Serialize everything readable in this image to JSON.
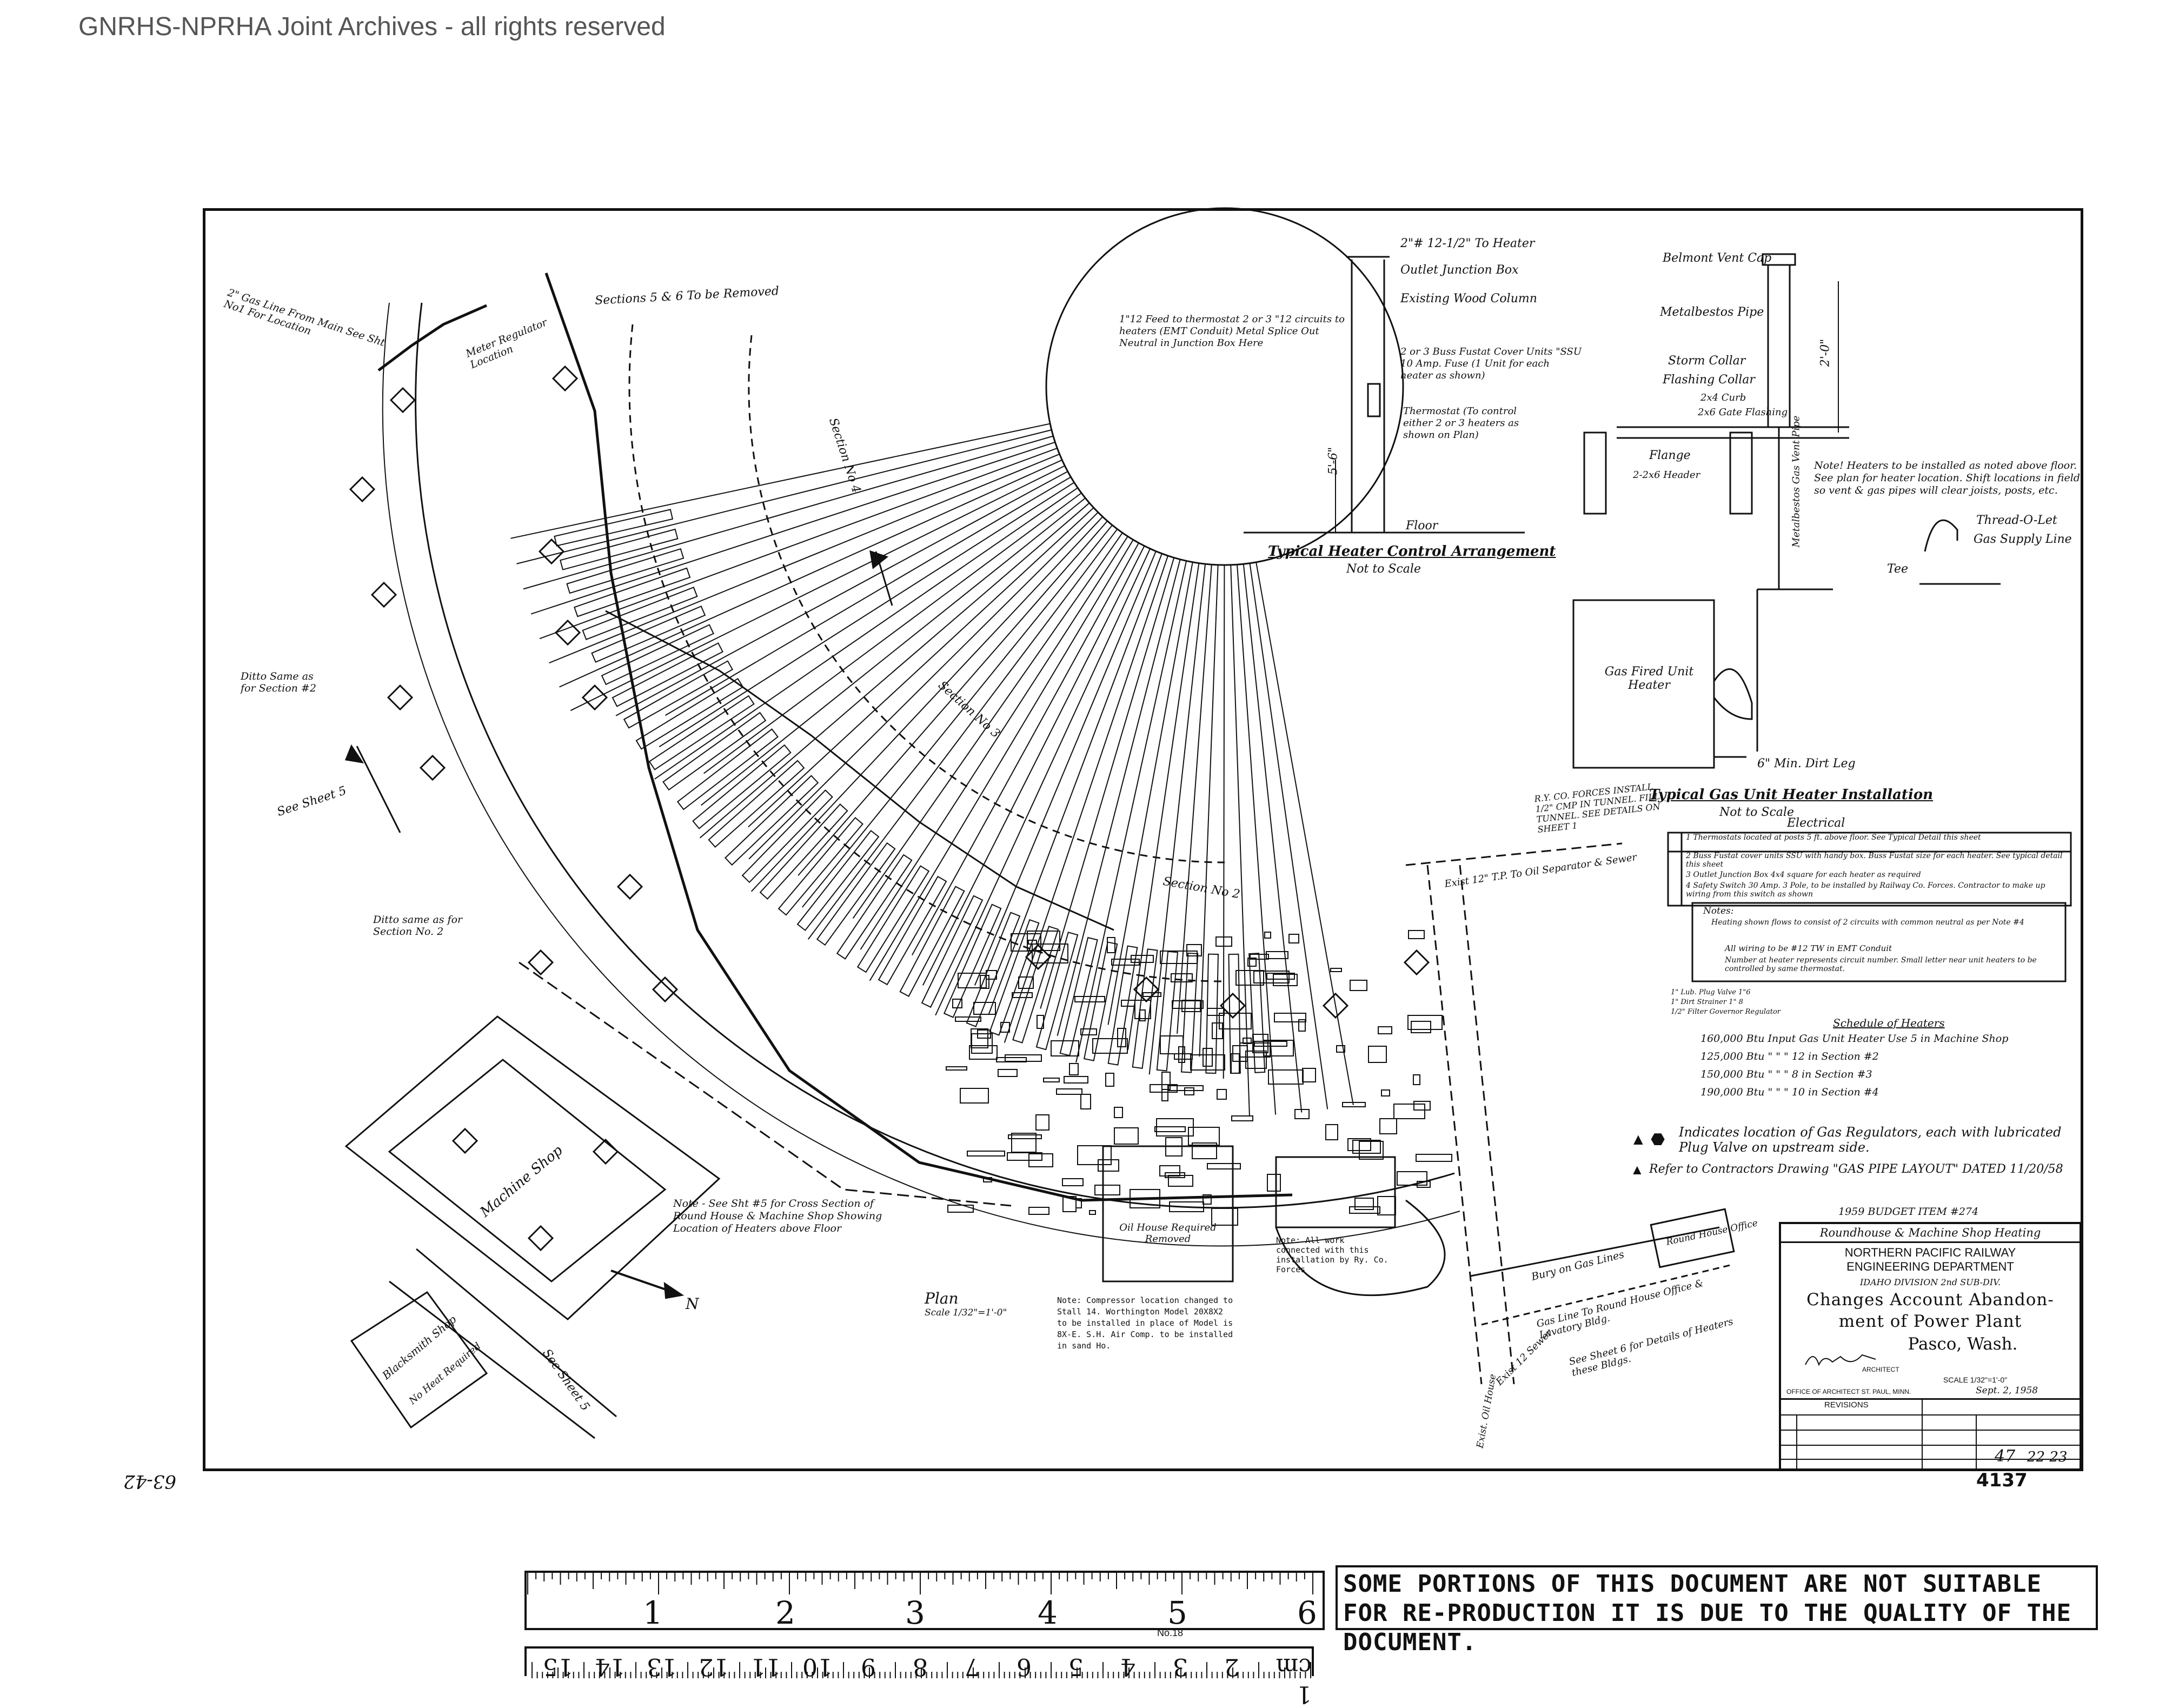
{
  "archive": {
    "credit": "GNRHS-NPRHA Joint Archives - all rights reserved"
  },
  "drawing": {
    "typical_heater_control": {
      "title": "Typical Heater Control Arrangement",
      "scale": "Not to Scale",
      "notes": [
        "2\"# 12-1/2\" To Heater",
        "Outlet Junction Box",
        "Existing Wood Column",
        "1\"12 Feed to thermostat 2 or 3 \"12 circuits to heaters (EMT Conduit) Metal Splice Out Neutral in Junction Box Here",
        "2 or 3 Buss Fustat Cover Units \"SSU 10 Amp. Fuse (1 Unit for each heater as shown)",
        "Thermostat (To control either 2 or 3 heaters as shown on Plan)",
        "5'-6\"",
        "Floor"
      ]
    },
    "typical_gas_unit_heater": {
      "title": "Typical Gas Unit Heater Installation",
      "scale": "Not to Scale",
      "notes": [
        "Belmont Vent Cap",
        "Metalbestos Pipe",
        "Storm Collar",
        "Flashing Collar",
        "2x4 Curb",
        "2x6 Gate Flashing",
        "Flange",
        "2-2x6 Header",
        "Gas Fired Unit Heater",
        "Metalbestos Gas Vent Pipe",
        "6\" Min. Dirt Leg",
        "Thread-O-Let",
        "Gas Supply Line",
        "Tee",
        "2'-0\"",
        "Note! Heaters to be installed as noted above floor. See plan for heater location. Shift locations in field so vent & gas pipes will clear joists, posts, etc."
      ]
    },
    "plan_labels": [
      "Sections 5 & 6 To be Removed",
      "Meter Regulator Location",
      "2\" Gas Line From Main See Sht No1 For Location",
      "Section No 4",
      "Section No 3",
      "Section No 2",
      "Ditto Same as for Section #2",
      "Ditto same as for Section No. 2",
      "See Sheet 5",
      "Machine Shop",
      "Blacksmith Shop",
      "No Heat Required",
      "Note - See Sht #5 for Cross Section of Round House & Machine Shop Showing Location of Heaters above Floor",
      "Plan",
      "Scale 1/32\"=1'-0\"",
      "N",
      "See Sheet 5",
      "R.Y. CO. FORCES INSTALL 1/2\" CMP IN TUNNEL. FILL TUNNEL. SEE DETAILS ON SHEET 1",
      "Exist 12\" T.P. To Oil Separator & Sewer",
      "Exist 12 Sewer",
      "Bury on Gas Lines",
      "Round House Office",
      "Gas Line To Round House Office & Lavatory Bldg.",
      "See Sheet 6 for Details of Heaters these Bldgs.",
      "Exist. Oil House",
      "Oil House Required Removed",
      "Note: All work connected with this installation by Ry. Co. Forces",
      "Note: Compressor location changed to Stall 14. Worthington Model 20X8X2 to be installed in place of Model is 8X-E. S.H. Air Comp. to be installed in sand Ho."
    ],
    "electrical_legend": {
      "title": "Electrical",
      "items": [
        "1 Thermostats located at posts 5 ft. above floor. See Typical Detail this sheet",
        "2 Buss Fustat cover units SSU with handy box. Buss Fustat size for each heater. See typical detail this sheet",
        "3 Outlet Junction Box 4x4 square for each heater as required",
        "4 Safety Switch 30 Amp. 3 Pole, to be installed by Railway Co. Forces. Contractor to make up wiring from this switch as shown"
      ],
      "notes_heading": "Notes:",
      "notes": [
        "Heating shown flows to consist of 2 circuits with common neutral as per Note #4",
        "All wiring to be #12 TW in EMT Conduit",
        "Number at heater represents circuit number. Small letter near unit heaters to be controlled by same thermostat."
      ],
      "valves": [
        "1\" Lub. Plug Valve 1\"6",
        "1\" Dirt Strainer 1\" 8",
        "1/2\" Filter Governor Regulator"
      ]
    },
    "schedule_of_heaters": {
      "title": "Schedule of Heaters",
      "rows": [
        "160,000 Btu Input Gas Unit Heater Use 5 in Machine Shop",
        "125,000 Btu \" \" \" 12 in Section #2",
        "150,000 Btu \" \" \" 8 in Section #3",
        "190,000 Btu \" \" \" 10 in Section #4"
      ]
    },
    "regulator_note": "Indicates location of Gas Regulators, each with lubricated Plug Valve on upstream side.",
    "contractor_note": "Refer to Contractors Drawing \"GAS PIPE LAYOUT\" DATED 11/20/58",
    "budget": "1959 BUDGET ITEM #274",
    "title_block": {
      "subject": "Roundhouse & Machine Shop Heating",
      "railway": "NORTHERN PACIFIC RAILWAY",
      "department": "ENGINEERING DEPARTMENT",
      "division": "IDAHO DIVISION 2nd SUB-DIV.",
      "title_line1": "Changes Account Abandon-",
      "title_line2": "ment of Power Plant",
      "location": "Pasco, Wash.",
      "architect_label": "ARCHITECT",
      "scale": "SCALE 1/32\"=1'-0\"",
      "office": "OFFICE OF ARCHITECT ST. PAUL, MINN.",
      "date": "Sept. 2, 1958",
      "revisions_label": "REVISIONS",
      "sheet": "47",
      "drawing_no": "22 23"
    },
    "stamp": "4137",
    "margin_mark": "63-42"
  },
  "ruler": {
    "inches": [
      "1",
      "2",
      "3",
      "4",
      "5",
      "6"
    ],
    "cm": [
      "1 cm",
      "2",
      "3",
      "4",
      "5",
      "6",
      "7",
      "8",
      "9",
      "10",
      "11",
      "12",
      "13",
      "14",
      "15"
    ],
    "maker": "No.18"
  },
  "notice": {
    "text": "SOME PORTIONS OF THIS DOCUMENT ARE NOT SUITABLE FOR RE-PRODUCTION IT IS DUE TO THE QUALITY OF THE DOCUMENT."
  }
}
